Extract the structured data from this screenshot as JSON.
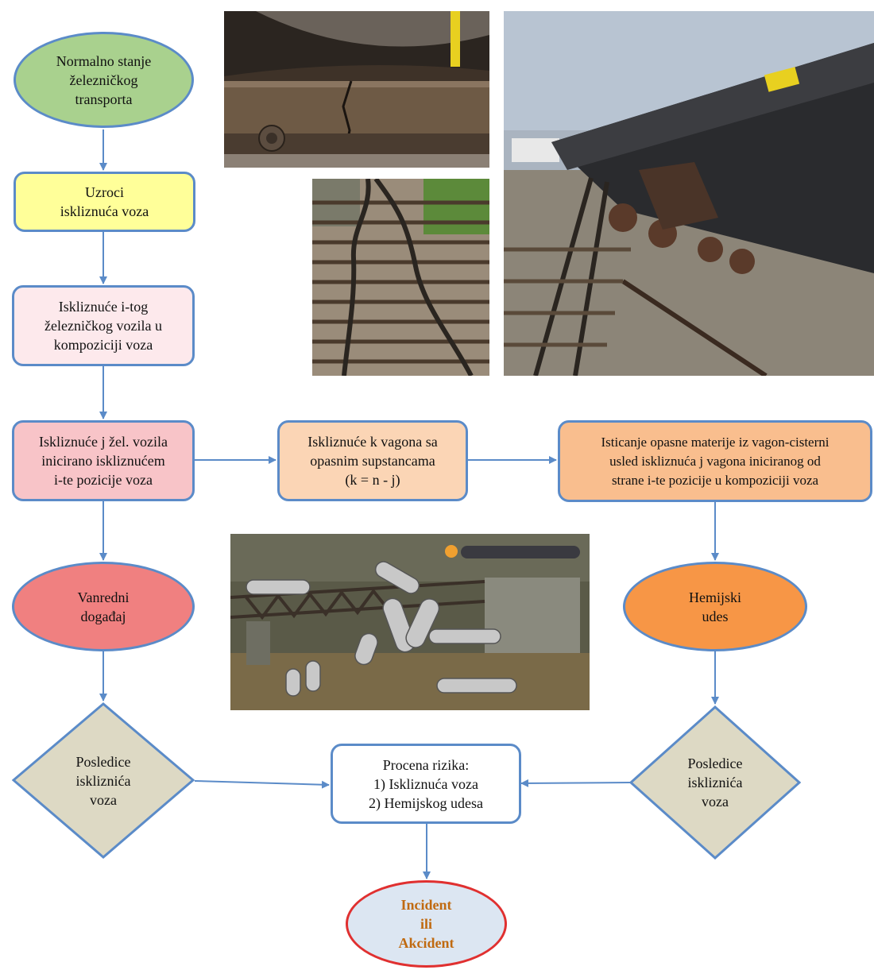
{
  "nodes": {
    "start": [
      "Normalno stanje",
      "železničkog",
      "transporta"
    ],
    "causes": [
      "Uzroci",
      "iskliznuća voza"
    ],
    "derail_i": [
      "Iskliznuće i-tog",
      "železničkog vozila  u",
      "kompoziciji voza"
    ],
    "derail_j": [
      "Iskliznuće j žel. vozila",
      "inicirano iskliznućem",
      "i-te pozicije voza"
    ],
    "derail_k": [
      "Iskliznuće k vagona sa",
      "opasnim supstancama",
      "(k = n - j)"
    ],
    "leak": [
      "Isticanje opasne materije iz vagon-cisterni",
      "usled iskliznuća  j vagona iniciranog od",
      "strane i-te pozicije u kompoziciji voza"
    ],
    "extraordinary": [
      "Vanredni",
      "događaj"
    ],
    "chemical": [
      "Hemijski",
      "udes"
    ],
    "consequences_left": [
      "Posledice",
      "iskliznića",
      "voza"
    ],
    "consequences_right": [
      "Posledice",
      "iskliznića",
      "voza"
    ],
    "risk": [
      "Procena rizika:",
      "1) Iskliznuća voza",
      "2) Hemijskog udesa"
    ],
    "final": [
      "Incident",
      "ili",
      "Akcident"
    ]
  },
  "colors": {
    "border": "#5b8bc8",
    "arrow": "#5b8bc8",
    "start_fill": "#a9d18e",
    "causes_fill": "#ffff99",
    "derail_i_fill": "#fde9ec",
    "derail_j_fill": "#f8c4c8",
    "derail_k_fill": "#fbd5b5",
    "leak_fill": "#f9be8e",
    "extraordinary_fill": "#f08080",
    "chemical_fill": "#f79646",
    "diamond_fill": "#ddd9c4",
    "risk_fill": "#ffffff",
    "final_fill": "#dce6f2",
    "final_border": "#e03030",
    "final_text": "#c06a10"
  },
  "photos": [
    {
      "name": "rail-crack-photo",
      "icon": "broken-rail-image"
    },
    {
      "name": "buckled-track-photo",
      "icon": "buckled-track-image"
    },
    {
      "name": "derailed-tanker-photo",
      "icon": "derailed-tank-car-image"
    },
    {
      "name": "bridge-wreck-photo",
      "icon": "bridge-derailment-image"
    }
  ]
}
